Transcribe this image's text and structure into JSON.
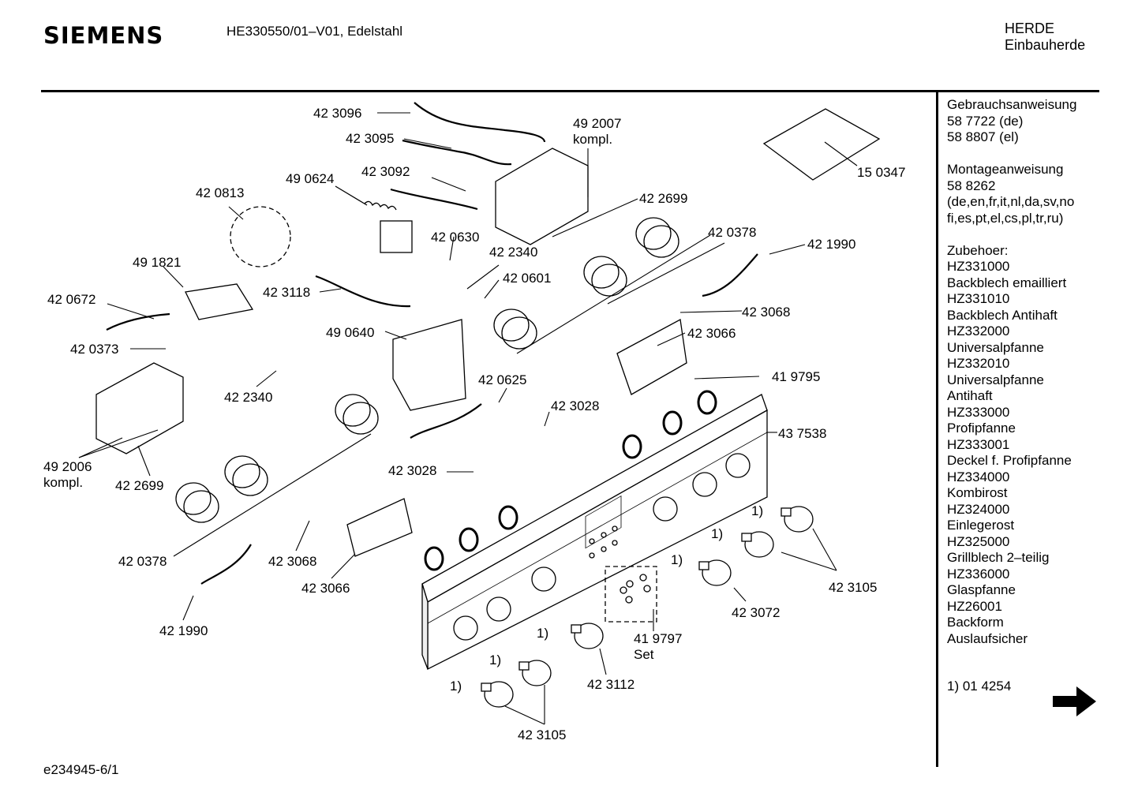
{
  "header": {
    "brand": "SIEMENS",
    "model": "HE330550/01–V01, Edelstahl",
    "category_line1": "HERDE",
    "category_line2": "Einbauherde"
  },
  "sidebar": {
    "lines": [
      "Gebrauchsanweisung",
      "58 7722 (de)",
      "58 8807 (el)",
      "",
      "Montageanweisung",
      "58 8262",
      "(de,en,fr,it,nl,da,sv,no",
      "fi,es,pt,el,cs,pl,tr,ru)",
      "",
      "Zubehoer:",
      "HZ331000",
      "Backblech emailliert",
      "HZ331010",
      "Backblech Antihaft",
      "HZ332000",
      "Universalpfanne",
      "HZ332010",
      "Universalpfanne",
      "Antihaft",
      "HZ333000",
      "Profipfanne",
      "HZ333001",
      "Deckel f. Profipfanne",
      "HZ334000",
      "Kombirost",
      "HZ324000",
      "Einlegerost",
      "HZ325000",
      "Grillblech 2–teilig",
      "HZ336000",
      "Glaspfanne",
      "HZ26001",
      "Backform",
      "Auslaufsicher"
    ],
    "footnote": "1) 01 4254"
  },
  "footer": {
    "doc_id": "e234945-6/1"
  },
  "part_labels": {
    "p423096": "42 3096",
    "p423095": "42 3095",
    "p492007": "49 2007",
    "kompl_a": "kompl.",
    "p423092": "42 3092",
    "p490624": "49 0624",
    "p420813": "42 0813",
    "p150347": "15 0347",
    "p422699_top": "42 2699",
    "p420630": "42 0630",
    "p420378_top": "42 0378",
    "p421990_top": "42 1990",
    "p422340_top": "42 2340",
    "p491821": "49 1821",
    "p420601": "42 0601",
    "p420672": "42 0672",
    "p423118": "42 3118",
    "p423068_top": "42 3068",
    "p420373": "42 0373",
    "p490640": "49 0640",
    "p423066_top": "42 3066",
    "p419795": "41 9795",
    "p420625": "42 0625",
    "p422340_mid": "42 2340",
    "p423028_a": "42 3028",
    "p437538": "43 7538",
    "p492006": "49 2006",
    "kompl_b": "kompl.",
    "p422699_bot": "42 2699",
    "p423028_b": "42 3028",
    "p420378_bot": "42 0378",
    "p423068_bot": "42 3068",
    "p423066_bot": "42 3066",
    "p421990_bot": "42 1990",
    "p423105_right": "42 3105",
    "p423072": "42 3072",
    "p419797": "41 9797",
    "set": "Set",
    "p423112": "42 3112",
    "p423105_bottom": "42 3105",
    "fn_1": "1)",
    "fn_2": "1)",
    "fn_3": "1)",
    "fn_4": "1)",
    "fn_5": "1)",
    "fn_6": "1)"
  }
}
